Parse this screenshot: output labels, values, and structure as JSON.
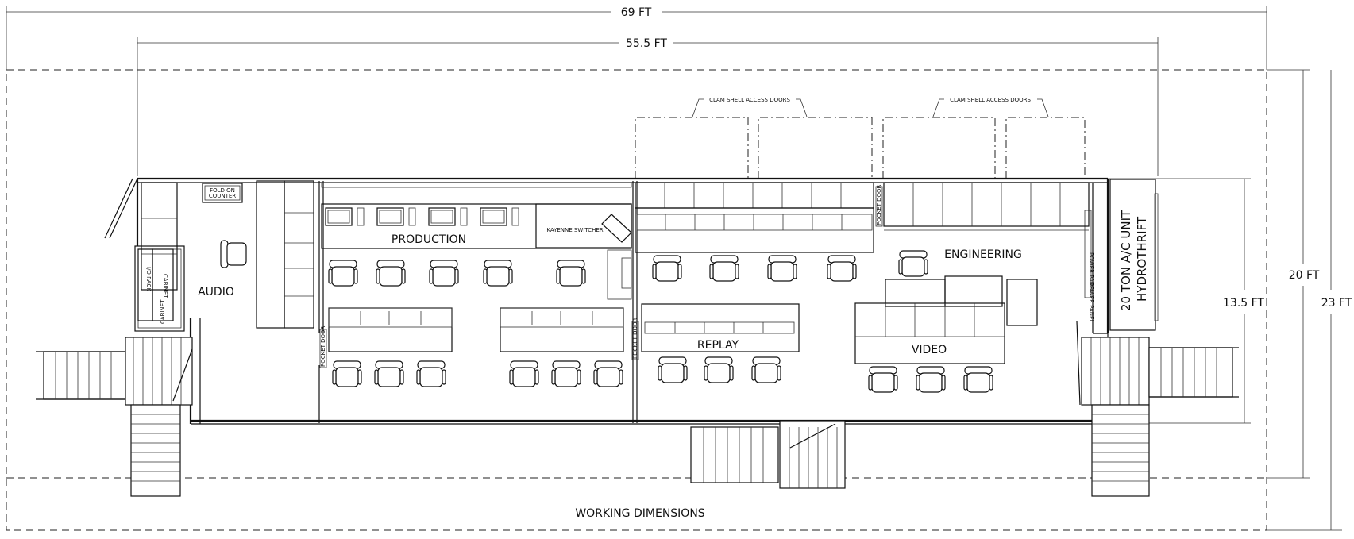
{
  "dimensions": {
    "overall_length": "69 FT",
    "interior_length": "55.5 FT",
    "expanded_width": "20 FT",
    "interior_width": "13.5 FT",
    "working_width": "23 FT"
  },
  "rooms": {
    "audio": "AUDIO",
    "production": "PRODUCTION",
    "replay": "REPLAY",
    "video": "VIDEO",
    "engineering": "ENGINEERING"
  },
  "equipment": {
    "fold_on_counter_line1": "FOLD ON",
    "fold_on_counter_line2": "COUNTER",
    "switcher": "KAYENNE SWITCHER",
    "io_rack": "I/O RACK",
    "cabinet_a": "CABINET",
    "cabinet_b": "CABINET",
    "ac_unit_line1": "20 TON A/C UNIT",
    "ac_unit_line2": "HYDROTHRIFT",
    "power_panel_a": "POWER PANEL",
    "power_panel_b": "POWER PANEL"
  },
  "doors": {
    "clam_shell_left": "CLAM SHELL ACCESS DOORS",
    "clam_shell_right": "CLAM SHELL ACCESS DOORS",
    "pocket_door_1": "POCKET DOOR",
    "pocket_door_2": "POCKET DOOR",
    "pocket_door_3": "POCKET DOOR"
  },
  "caption": "WORKING DIMENSIONS"
}
